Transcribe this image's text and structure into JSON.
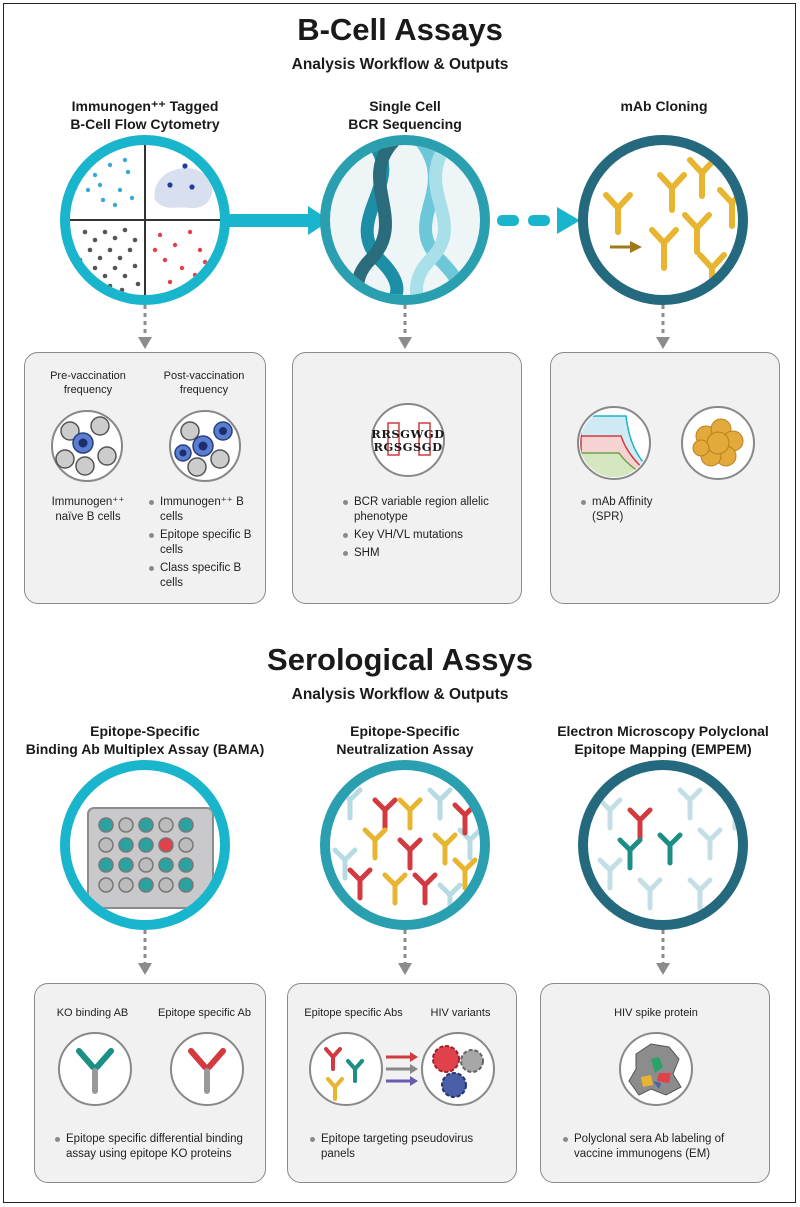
{
  "bcell": {
    "title": "B-Cell Assays",
    "subtitle": "Analysis Workflow & Outputs",
    "columns": [
      {
        "heading_line1": "Immunogen⁺⁺ Tagged",
        "heading_line2": "B-Cell Flow Cytometry",
        "left_label": "Pre-vaccination frequency",
        "right_label": "Post-vaccination frequency",
        "left_text_line1": "Immunogen⁺⁺",
        "left_text_line2": "naïve B cells",
        "bullets": [
          "Immunogen⁺⁺ B cells",
          "Epitope specific B cells",
          "Class specific B cells"
        ]
      },
      {
        "heading_line1": "Single Cell",
        "heading_line2": "BCR Sequencing",
        "seq_line1": "RRSGWGD",
        "seq_line2": "RGSGSGD",
        "bullets": [
          "BCR variable region allelic phenotype",
          "Key VH/VL mutations",
          "SHM"
        ]
      },
      {
        "heading_line1": "mAb Cloning",
        "heading_line2": "",
        "bullets": [
          "mAb Affinity (SPR)"
        ]
      }
    ]
  },
  "sero": {
    "title": "Serological Assys",
    "subtitle": "Analysis Workflow & Outputs",
    "columns": [
      {
        "heading_line1": "Epitope-Specific",
        "heading_line2": "Binding Ab Multiplex Assay (BAMA)",
        "left_label": "KO binding AB",
        "right_label": "Epitope specific Ab",
        "bullets": [
          "Epitope specific differential binding assay using epitope KO proteins"
        ]
      },
      {
        "heading_line1": "Epitope-Specific",
        "heading_line2": "Neutralization Assay",
        "left_label": "Epitope specific Abs",
        "right_label": "HIV variants",
        "bullets": [
          "Epitope targeting pseudovirus panels"
        ]
      },
      {
        "heading_line1": "Electron Microscopy Polyclonal",
        "heading_line2": "Epitope Mapping (EMPEM)",
        "center_label": "HIV spike protein",
        "bullets": [
          "Polyclonal sera Ab labeling of vaccine immunogens (EM)"
        ]
      }
    ]
  },
  "colors": {
    "cyan": "#19b5cc",
    "teal": "#2a9fb0",
    "dark_teal": "#24697d",
    "gold": "#e8b530",
    "red": "#d23a40",
    "gray_arrow": "#8c8c8c",
    "card_bg": "#f1f1f2"
  }
}
